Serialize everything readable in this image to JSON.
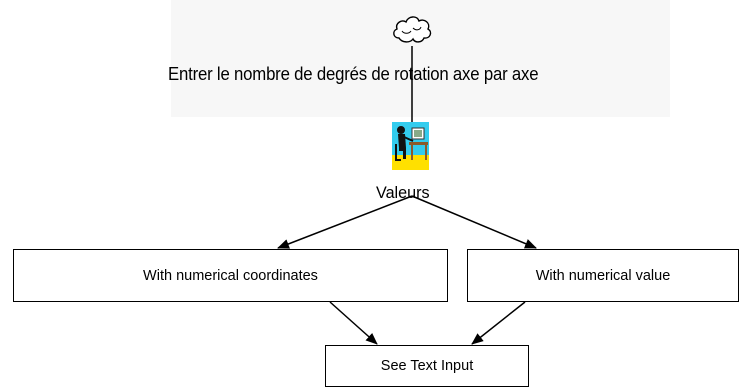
{
  "diagram": {
    "source_icon": "cloud-icon",
    "instruction": "Entrer le nombre de degrés de rotation axe par axe",
    "actor_icon": "person-at-desk-icon",
    "actor_label": "Valeurs",
    "options": [
      "With numerical coordinates",
      "With numerical value"
    ],
    "target": "See Text Input"
  }
}
